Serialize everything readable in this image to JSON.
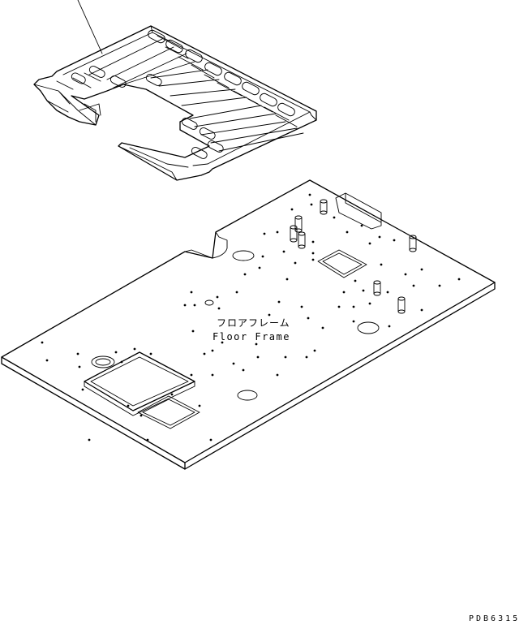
{
  "part_label": {
    "japanese": "フロアフレーム",
    "english": "Floor Frame"
  },
  "drawing_code": "PDB6315"
}
